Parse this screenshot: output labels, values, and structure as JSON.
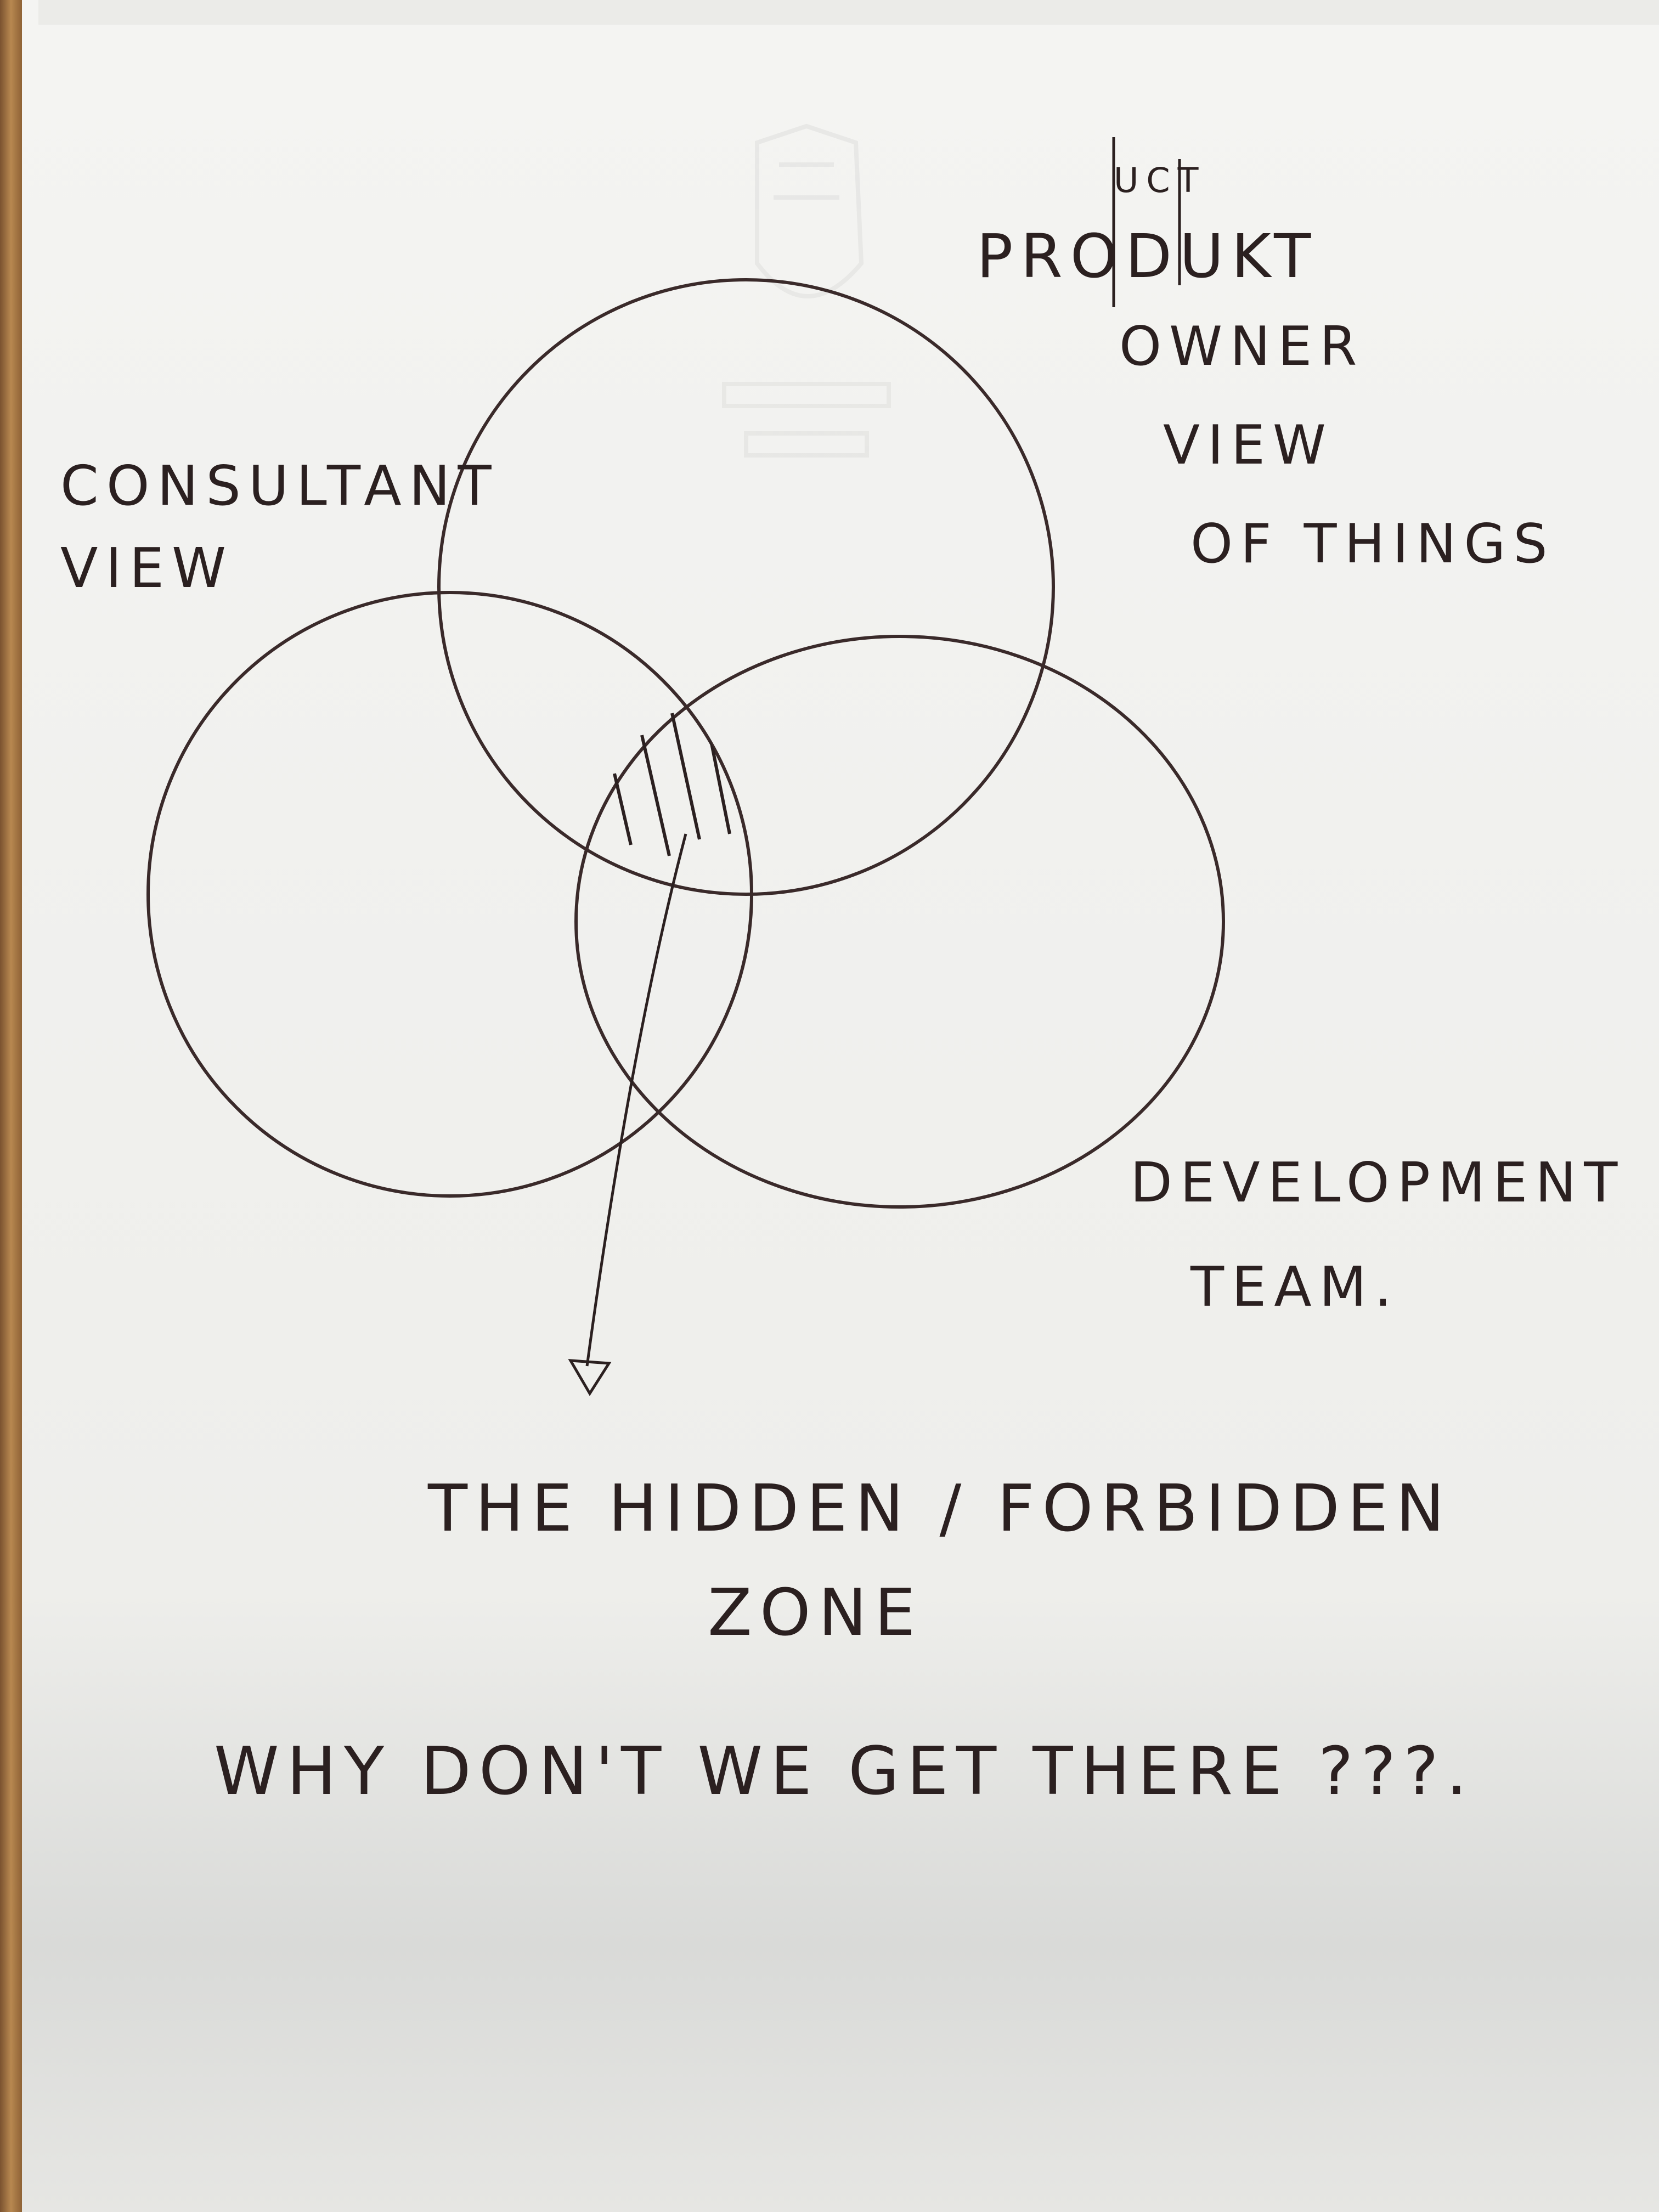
{
  "diagram": {
    "type": "venn",
    "sets": [
      {
        "id": "consultant",
        "label_lines": [
          "CONSULTANT",
          "VIEW"
        ]
      },
      {
        "id": "product-owner",
        "label_lines": [
          "PRODUKT",
          "OWNER",
          "VIEW",
          "OF THINGS"
        ],
        "correction": "UCT"
      },
      {
        "id": "development-team",
        "label_lines": [
          "DEVELOPMENT",
          "TEAM."
        ]
      }
    ],
    "highlighted_region": "consultant ∩ product-owner ∩ development-team",
    "annotation_lines": [
      "THE HIDDEN / FORBIDDEN",
      "ZONE"
    ],
    "question": "WHY DON'T WE GET THERE ???."
  },
  "colors": {
    "ink": "#2b2020",
    "paper": "#f2f2ef",
    "desk": "#a87a48"
  }
}
